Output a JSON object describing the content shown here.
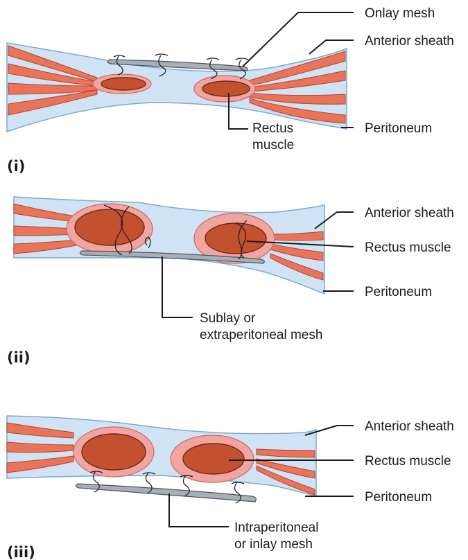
{
  "panels": [
    {
      "id": "i",
      "label": "(i)",
      "callouts": {
        "mesh": "Onlay mesh",
        "anterior": "Anterior sheath",
        "muscle_line1": "Rectus",
        "muscle_line2": "muscle",
        "peritoneum": "Peritoneum"
      }
    },
    {
      "id": "ii",
      "label": "(ii)",
      "callouts": {
        "anterior": "Anterior sheath",
        "muscle": "Rectus muscle",
        "peritoneum": "Peritoneum",
        "mesh_line1": "Sublay or",
        "mesh_line2": "extraperitoneal mesh"
      }
    },
    {
      "id": "iii",
      "label": "(iii)",
      "callouts": {
        "anterior": "Anterior sheath",
        "muscle": "Rectus muscle",
        "peritoneum": "Peritoneum",
        "mesh_line1": "Intraperitoneal",
        "mesh_line2": "or inlay mesh"
      }
    }
  ],
  "colors": {
    "sheath": "#cfe3f5",
    "muscle": "#c3502e",
    "mesh": "#a7aeb7"
  }
}
